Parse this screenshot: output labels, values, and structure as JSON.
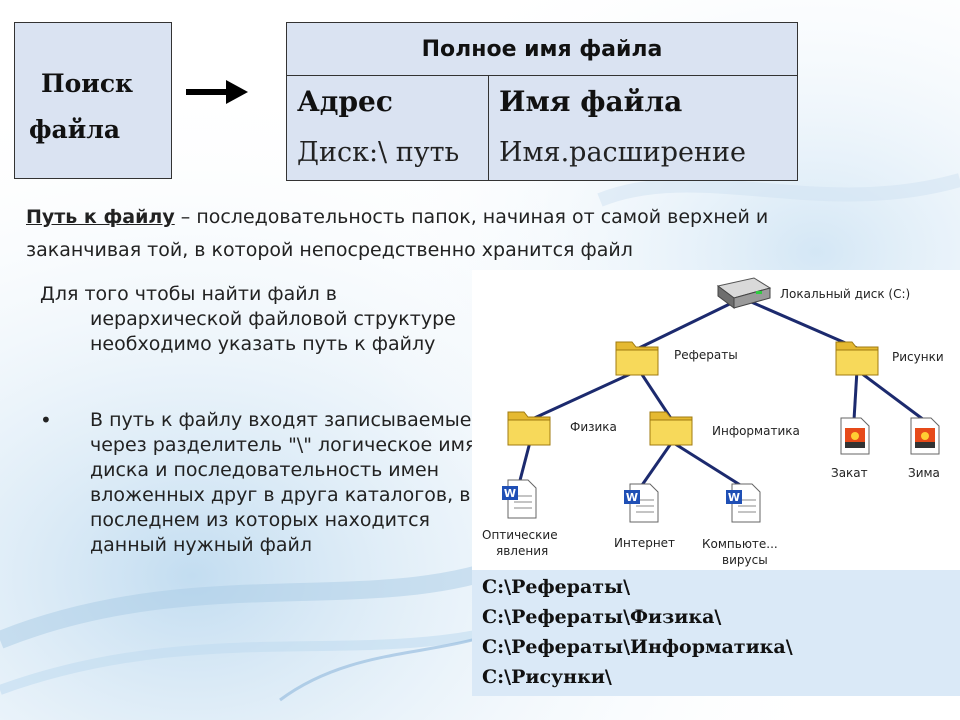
{
  "search": {
    "line1": "Поиск",
    "line2": "файла"
  },
  "full_name": {
    "header": "Полное имя файла",
    "col1_label": "Адрес",
    "col1_value": "Диск:\\ путь",
    "col2_label": "Имя файла",
    "col2_value": "Имя.расширение"
  },
  "definition": {
    "term": "Путь к файлу",
    "rest_line1": " – последовательность папок, начиная от самой верхней и",
    "line2": "заканчивая той, в которой непосредственно хранится файл"
  },
  "paragraph1": "Для того чтобы найти файл в иерархической файловой структуре необходимо указать путь к файлу",
  "bullet": "•",
  "paragraph2": "В путь к файлу входят записываемые через разделитель \"\\\" логическое имя диска и последовательность имен вложенных друг в друга каталогов, в последнем из которых находится данный нужный файл",
  "tree": {
    "root": "Локальный диск (C:)",
    "referaty": "Рефераты",
    "risunki": "Рисунки",
    "fizika": "Физика",
    "informatika": "Информатика",
    "zakat": "Закат",
    "zima": "Зима",
    "opt_line1": "Оптические",
    "opt_line2": "явления",
    "internet": "Интернет",
    "komp_line1": "Компьюте...",
    "komp_line2": "вирусы"
  },
  "paths": [
    "C:\\Рефераты\\",
    "C:\\Рефераты\\Физика\\",
    "C:\\Рефераты\\Информатика\\",
    "C:\\Рисунки\\"
  ]
}
